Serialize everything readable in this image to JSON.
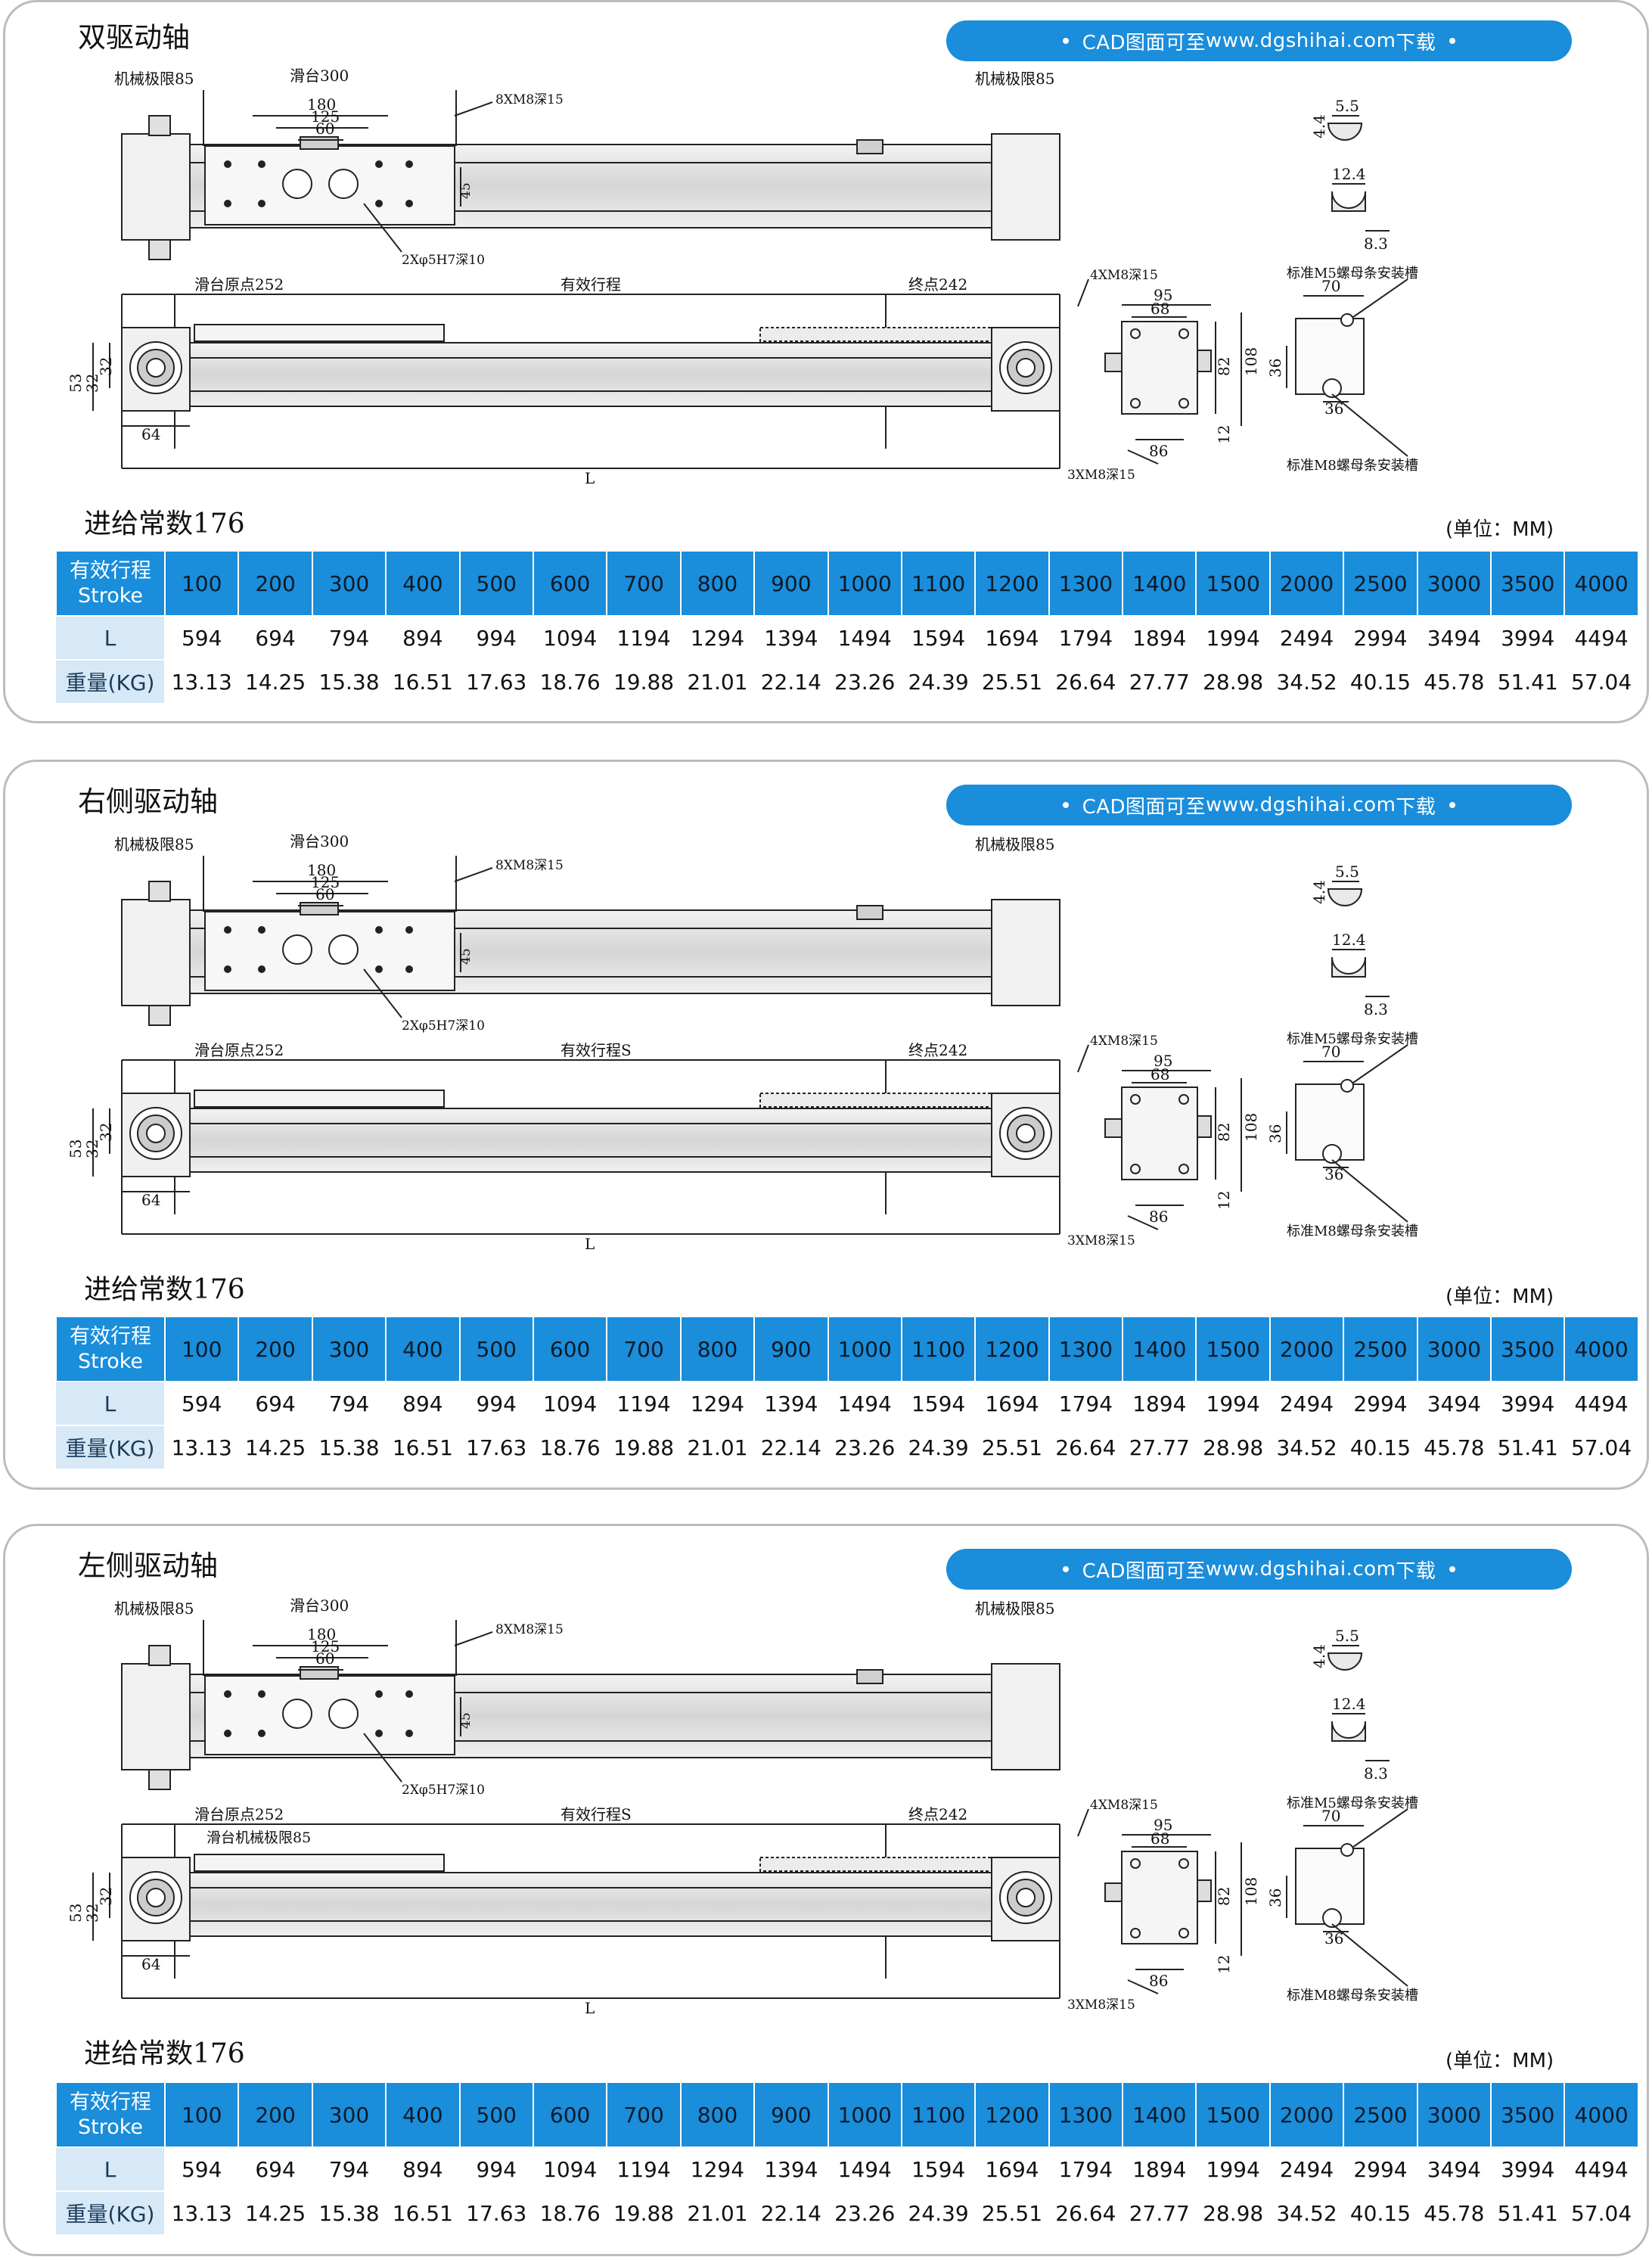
{
  "cad_banner": {
    "prefix": "CAD图面可至",
    "url": "www.dgshihai.com",
    "suffix": "下载"
  },
  "sections": [
    {
      "title": "双驱动轴",
      "drawing": {
        "mech_limit_left": "机械极限85",
        "mech_limit_right": "机械极限85",
        "slide": "滑台300",
        "dim_180": "180",
        "dim_125": "125",
        "dim_60": "60",
        "holes_8": "8XM8深15",
        "dim_45": "45",
        "pin_holes": "2Xφ5H7深10",
        "origin": "滑台原点252",
        "stroke": "有效行程",
        "end": "终点242",
        "holes_4": "4XM8深15",
        "dim_95": "95",
        "dim_68": "68",
        "dim_82": "82",
        "dim_108": "108",
        "dim_12": "12",
        "dim_86": "86",
        "holes_3": "3XM8深15",
        "dim_53": "53",
        "dim_32a": "32",
        "dim_32b": "32",
        "dim_64": "64",
        "len_L": "L",
        "slot_m5": "标准M5螺母条安装槽",
        "slot_m8": "标准M8螺母条安装槽",
        "dim_70": "70",
        "dim_36a": "36",
        "dim_36b": "36",
        "d55": "5.5",
        "d44": "4.4",
        "d124": "12.4",
        "d83": "8.3",
        "slide_limit": ""
      },
      "feed": "进给常数176",
      "unit": "(单位：MM)",
      "table": {
        "head_label": [
          "有效行程",
          "Stroke"
        ],
        "strokes": [
          "100",
          "200",
          "300",
          "400",
          "500",
          "600",
          "700",
          "800",
          "900",
          "1000",
          "1100",
          "1200",
          "1300",
          "1400",
          "1500",
          "2000",
          "2500",
          "3000",
          "3500",
          "4000"
        ],
        "L_label": "L",
        "L": [
          "594",
          "694",
          "794",
          "894",
          "994",
          "1094",
          "1194",
          "1294",
          "1394",
          "1494",
          "1594",
          "1694",
          "1794",
          "1894",
          "1994",
          "2494",
          "2994",
          "3494",
          "3994",
          "4494"
        ],
        "weight_label": "重量(KG)",
        "weight": [
          "13.13",
          "14.25",
          "15.38",
          "16.51",
          "17.63",
          "18.76",
          "19.88",
          "21.01",
          "22.14",
          "23.26",
          "24.39",
          "25.51",
          "26.64",
          "27.77",
          "28.98",
          "34.52",
          "40.15",
          "45.78",
          "51.41",
          "57.04"
        ]
      }
    },
    {
      "title": "右侧驱动轴",
      "drawing": {
        "mech_limit_left": "机械极限85",
        "mech_limit_right": "机械极限85",
        "slide": "滑台300",
        "dim_180": "180",
        "dim_125": "125",
        "dim_60": "60",
        "holes_8": "8XM8深15",
        "dim_45": "45",
        "pin_holes": "2Xφ5H7深10",
        "origin": "滑台原点252",
        "stroke": "有效行程S",
        "end": "终点242",
        "holes_4": "4XM8深15",
        "dim_95": "95",
        "dim_68": "68",
        "dim_82": "82",
        "dim_108": "108",
        "dim_12": "12",
        "dim_86": "86",
        "holes_3": "3XM8深15",
        "dim_53": "53",
        "dim_32a": "32",
        "dim_32b": "32",
        "dim_64": "64",
        "len_L": "L",
        "slot_m5": "标准M5螺母条安装槽",
        "slot_m8": "标准M8螺母条安装槽",
        "dim_70": "70",
        "dim_36a": "36",
        "dim_36b": "36",
        "d55": "5.5",
        "d44": "4.4",
        "d124": "12.4",
        "d83": "8.3",
        "slide_limit": ""
      },
      "feed": "进给常数176",
      "unit": "(单位：MM)",
      "table": {
        "head_label": [
          "有效行程",
          "Stroke"
        ],
        "strokes": [
          "100",
          "200",
          "300",
          "400",
          "500",
          "600",
          "700",
          "800",
          "900",
          "1000",
          "1100",
          "1200",
          "1300",
          "1400",
          "1500",
          "2000",
          "2500",
          "3000",
          "3500",
          "4000"
        ],
        "L_label": "L",
        "L": [
          "594",
          "694",
          "794",
          "894",
          "994",
          "1094",
          "1194",
          "1294",
          "1394",
          "1494",
          "1594",
          "1694",
          "1794",
          "1894",
          "1994",
          "2494",
          "2994",
          "3494",
          "3994",
          "4494"
        ],
        "weight_label": "重量(KG)",
        "weight": [
          "13.13",
          "14.25",
          "15.38",
          "16.51",
          "17.63",
          "18.76",
          "19.88",
          "21.01",
          "22.14",
          "23.26",
          "24.39",
          "25.51",
          "26.64",
          "27.77",
          "28.98",
          "34.52",
          "40.15",
          "45.78",
          "51.41",
          "57.04"
        ]
      }
    },
    {
      "title": "左侧驱动轴",
      "drawing": {
        "mech_limit_left": "机械极限85",
        "mech_limit_right": "机械极限85",
        "slide": "滑台300",
        "dim_180": "180",
        "dim_125": "125",
        "dim_60": "60",
        "holes_8": "8XM8深15",
        "dim_45": "45",
        "pin_holes": "2Xφ5H7深10",
        "origin": "滑台原点252",
        "stroke": "有效行程S",
        "end": "终点242",
        "holes_4": "4XM8深15",
        "dim_95": "95",
        "dim_68": "68",
        "dim_82": "82",
        "dim_108": "108",
        "dim_12": "12",
        "dim_86": "86",
        "holes_3": "3XM8深15",
        "dim_53": "53",
        "dim_32a": "32",
        "dim_32b": "32",
        "dim_64": "64",
        "len_L": "L",
        "slot_m5": "标准M5螺母条安装槽",
        "slot_m8": "标准M8螺母条安装槽",
        "dim_70": "70",
        "dim_36a": "36",
        "dim_36b": "36",
        "d55": "5.5",
        "d44": "4.4",
        "d124": "12.4",
        "d83": "8.3",
        "slide_limit": "滑台机械极限85"
      },
      "feed": "进给常数176",
      "unit": "(单位：MM)",
      "table": {
        "head_label": [
          "有效行程",
          "Stroke"
        ],
        "strokes": [
          "100",
          "200",
          "300",
          "400",
          "500",
          "600",
          "700",
          "800",
          "900",
          "1000",
          "1100",
          "1200",
          "1300",
          "1400",
          "1500",
          "2000",
          "2500",
          "3000",
          "3500",
          "4000"
        ],
        "L_label": "L",
        "L": [
          "594",
          "694",
          "794",
          "894",
          "994",
          "1094",
          "1194",
          "1294",
          "1394",
          "1494",
          "1594",
          "1694",
          "1794",
          "1894",
          "1994",
          "2494",
          "2994",
          "3494",
          "3994",
          "4494"
        ],
        "weight_label": "重量(KG)",
        "weight": [
          "13.13",
          "14.25",
          "15.38",
          "16.51",
          "17.63",
          "18.76",
          "19.88",
          "21.01",
          "22.14",
          "23.26",
          "24.39",
          "25.51",
          "26.64",
          "27.77",
          "28.98",
          "34.52",
          "40.15",
          "45.78",
          "51.41",
          "57.04"
        ]
      }
    }
  ]
}
